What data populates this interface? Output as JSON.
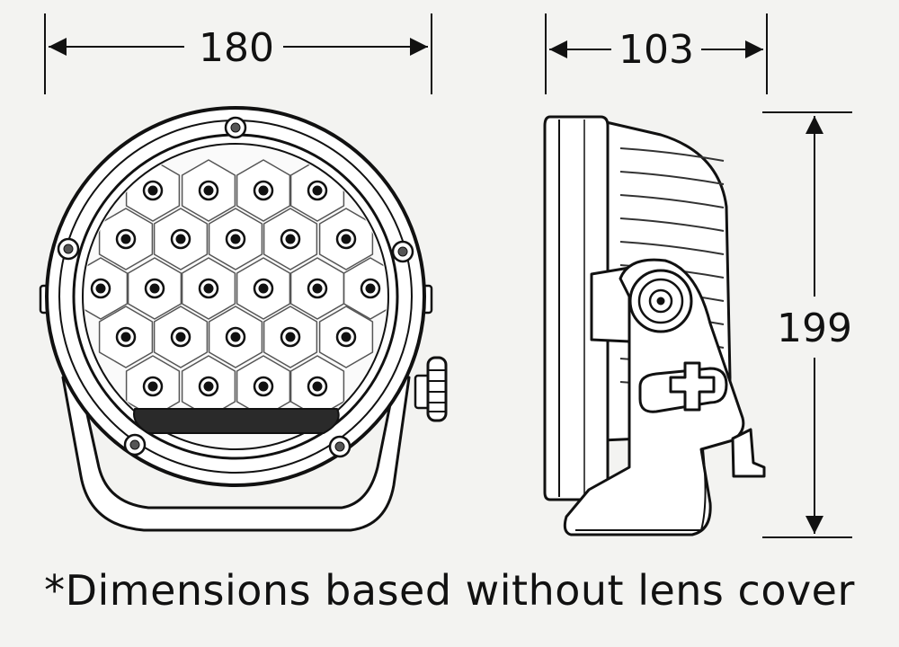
{
  "dimensions": {
    "width": "180",
    "depth": "103",
    "height": "199"
  },
  "caption": "*Dimensions based without lens cover",
  "colors": {
    "line": "#111111",
    "background": "#f3f3f1",
    "body": "#ffffff",
    "shade": "#2a2a2a"
  }
}
